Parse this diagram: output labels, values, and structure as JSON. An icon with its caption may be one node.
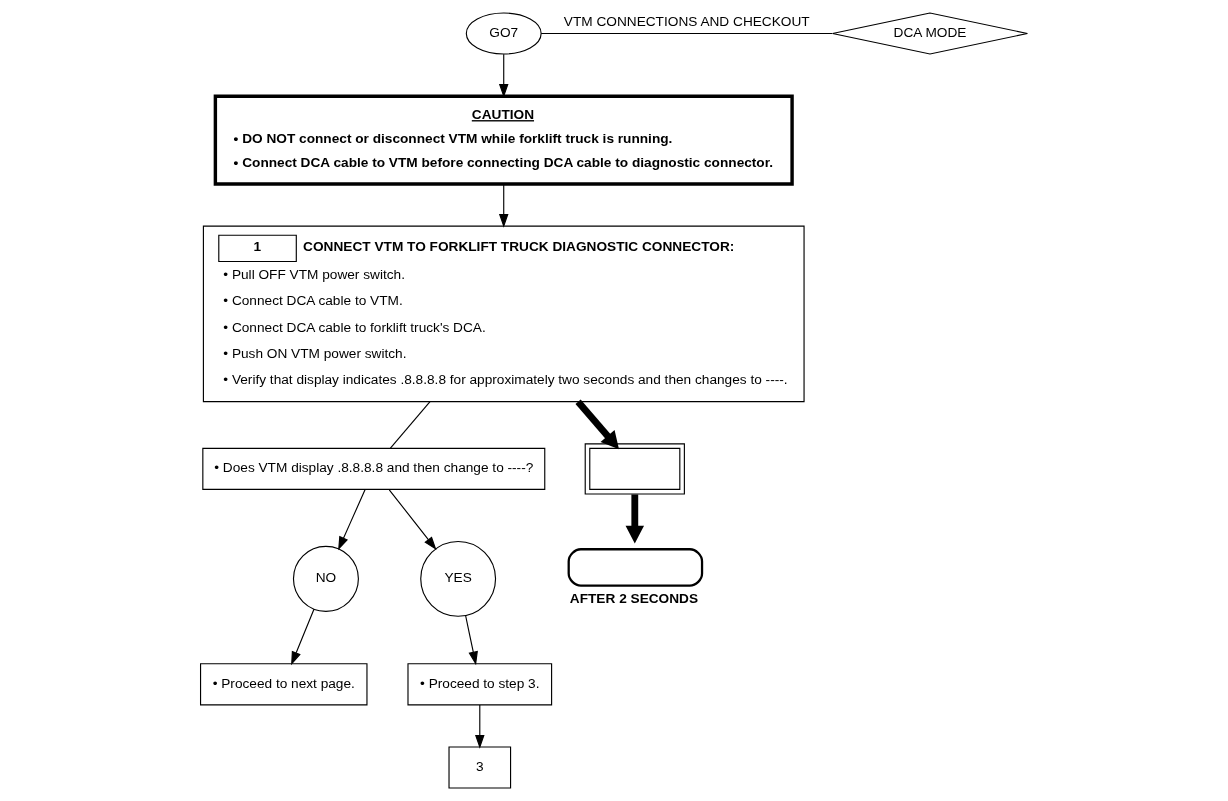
{
  "diagram": {
    "nodes": [
      {
        "text": [
          "GO7"
        ]
      },
      {
        "text": [
          "DCA MODE"
        ]
      },
      {
        "text": [
          "CAUTION",
          "• DO NOT connect or disconnect VTM while forklift truck is running.",
          "• Connect DCA cable to VTM before connecting DCA cable to diagnostic connector."
        ]
      },
      {
        "text": [
          "1",
          "CONNECT VTM TO FORKLIFT TRUCK DIAGNOSTIC CONNECTOR:",
          "• Pull OFF VTM power switch.",
          "• Connect DCA cable to VTM.",
          "• Connect DCA cable to forklift truck's DCA.",
          "• Push ON VTM power switch.",
          "• Verify that display indicates .8.8.8.8 for approximately two seconds and then changes to ----."
        ]
      },
      {
        "text": [
          "• Does VTM display .8.8.8.8 and then change to ----?"
        ]
      },
      {
        "text": [
          "NO"
        ]
      },
      {
        "text": [
          "YES"
        ]
      },
      {
        "text": [
          "• Proceed to next page."
        ]
      },
      {
        "text": [
          "• Proceed to step 3."
        ]
      },
      {
        "text": [
          "3"
        ]
      },
      {
        "text": [],
        "shape": "box"
      },
      {
        "text": [],
        "shape": "box",
        "beside": [
          "AFTER 2 SECONDS"
        ]
      }
    ],
    "edges": [
      {
        "from": 0,
        "to": 1,
        "arrow": "none",
        "label": "VTM CONNECTIONS AND CHECKOUT"
      },
      {
        "from": 0,
        "to": 2,
        "arrow": "to"
      },
      {
        "from": 2,
        "to": 3,
        "arrow": "to"
      },
      {
        "from": 3,
        "to": 4,
        "arrow": "none"
      },
      {
        "from": 4,
        "to": 5,
        "arrow": "to"
      },
      {
        "from": 4,
        "to": 6,
        "arrow": "to"
      },
      {
        "from": 5,
        "to": 7,
        "arrow": "to"
      },
      {
        "from": 6,
        "to": 8,
        "arrow": "to"
      },
      {
        "from": 8,
        "to": 9,
        "arrow": "to"
      },
      {
        "from": 3,
        "to": 10,
        "arrow": "to",
        "style": "thick"
      },
      {
        "from": 10,
        "to": 11,
        "arrow": "to",
        "style": "thick"
      }
    ]
  }
}
